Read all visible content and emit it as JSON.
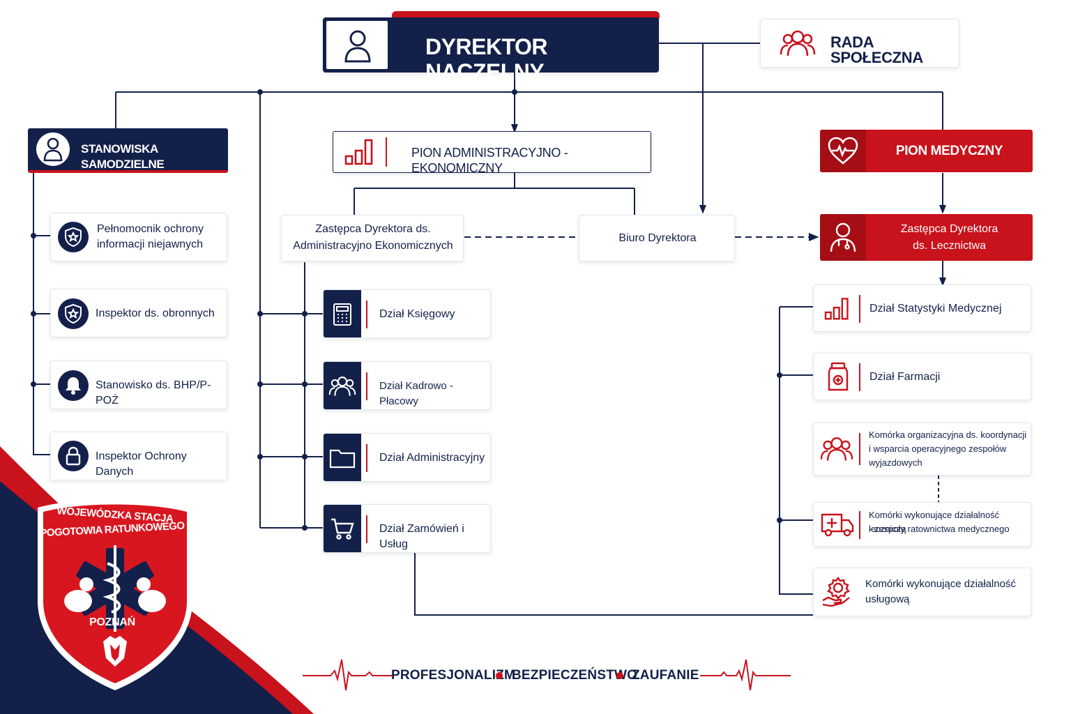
{
  "top": {
    "director": "DYREKTOR NACZELNY",
    "council": "RADA SPOŁECZNA"
  },
  "columns": {
    "independent": {
      "title": "STANOWISKA SAMODZIELNE",
      "items": [
        {
          "label": "Pełnomocnik ochrony informacji niejawnych",
          "line1": "Pełnomocnik ochrony",
          "line2": "informacji niejawnych",
          "icon": "shield-star-icon"
        },
        {
          "label": "Inspektor ds. obronnych",
          "icon": "shield-star-icon"
        },
        {
          "label": "Stanowisko ds. BHP/P-POŻ",
          "icon": "bell-icon"
        },
        {
          "label": "Inspektor Ochrony Danych",
          "icon": "lock-icon"
        }
      ]
    },
    "admin": {
      "title": "PION ADMINISTRACYJNO - EKONOMICZNY",
      "deputy_line1": "Zastępca Dyrektora ds.",
      "deputy_line2": "Administracyjno Ekonomicznych",
      "office": "Biuro Dyrektora",
      "items": [
        {
          "label": "Dział Księgowy",
          "icon": "calculator-icon"
        },
        {
          "label": "Dział Kadrowo - Płacowy",
          "icon": "people-icon"
        },
        {
          "label": "Dział Administracyjny",
          "icon": "folder-icon"
        },
        {
          "label": "Dział Zamówień i Usług",
          "icon": "cart-icon"
        }
      ]
    },
    "medical": {
      "title": "PION MEDYCZNY",
      "deputy_line1": "Zastępca Dyrektora",
      "deputy_line2": "ds. Lecznictwa",
      "items": [
        {
          "lines": [
            "Dział Statystyki Medycznej"
          ],
          "icon": "bar-chart-icon"
        },
        {
          "lines": [
            "Dział Farmacji"
          ],
          "icon": "medicine-bottle-icon"
        },
        {
          "lines": [
            "Komórka organizacyjna ds. koordynacji",
            "i wsparcia operacyjnego zespołów",
            "wyjazdowych"
          ],
          "icon": "people-icon"
        },
        {
          "lines": [
            "Komórki wykonujące działalność leczniczą",
            "- zespoły ratownictwa medycznego"
          ],
          "icon": "ambulance-icon"
        },
        {
          "lines": [
            "Komórki wykonujące działalność",
            "usługową"
          ],
          "icon": "gear-hand-icon"
        }
      ]
    }
  },
  "logo": {
    "line1": "WOJEWÓDZKA STACJA",
    "line2": "POGOTOWIA RATUNKOWEGO",
    "city": "POZNAŃ"
  },
  "motto": [
    "PROFESJONALIZM",
    "BEZPIECZEŃSTWO",
    "ZAUFANIE"
  ],
  "colors": {
    "navy": "#13204a",
    "red": "#c8121c"
  }
}
